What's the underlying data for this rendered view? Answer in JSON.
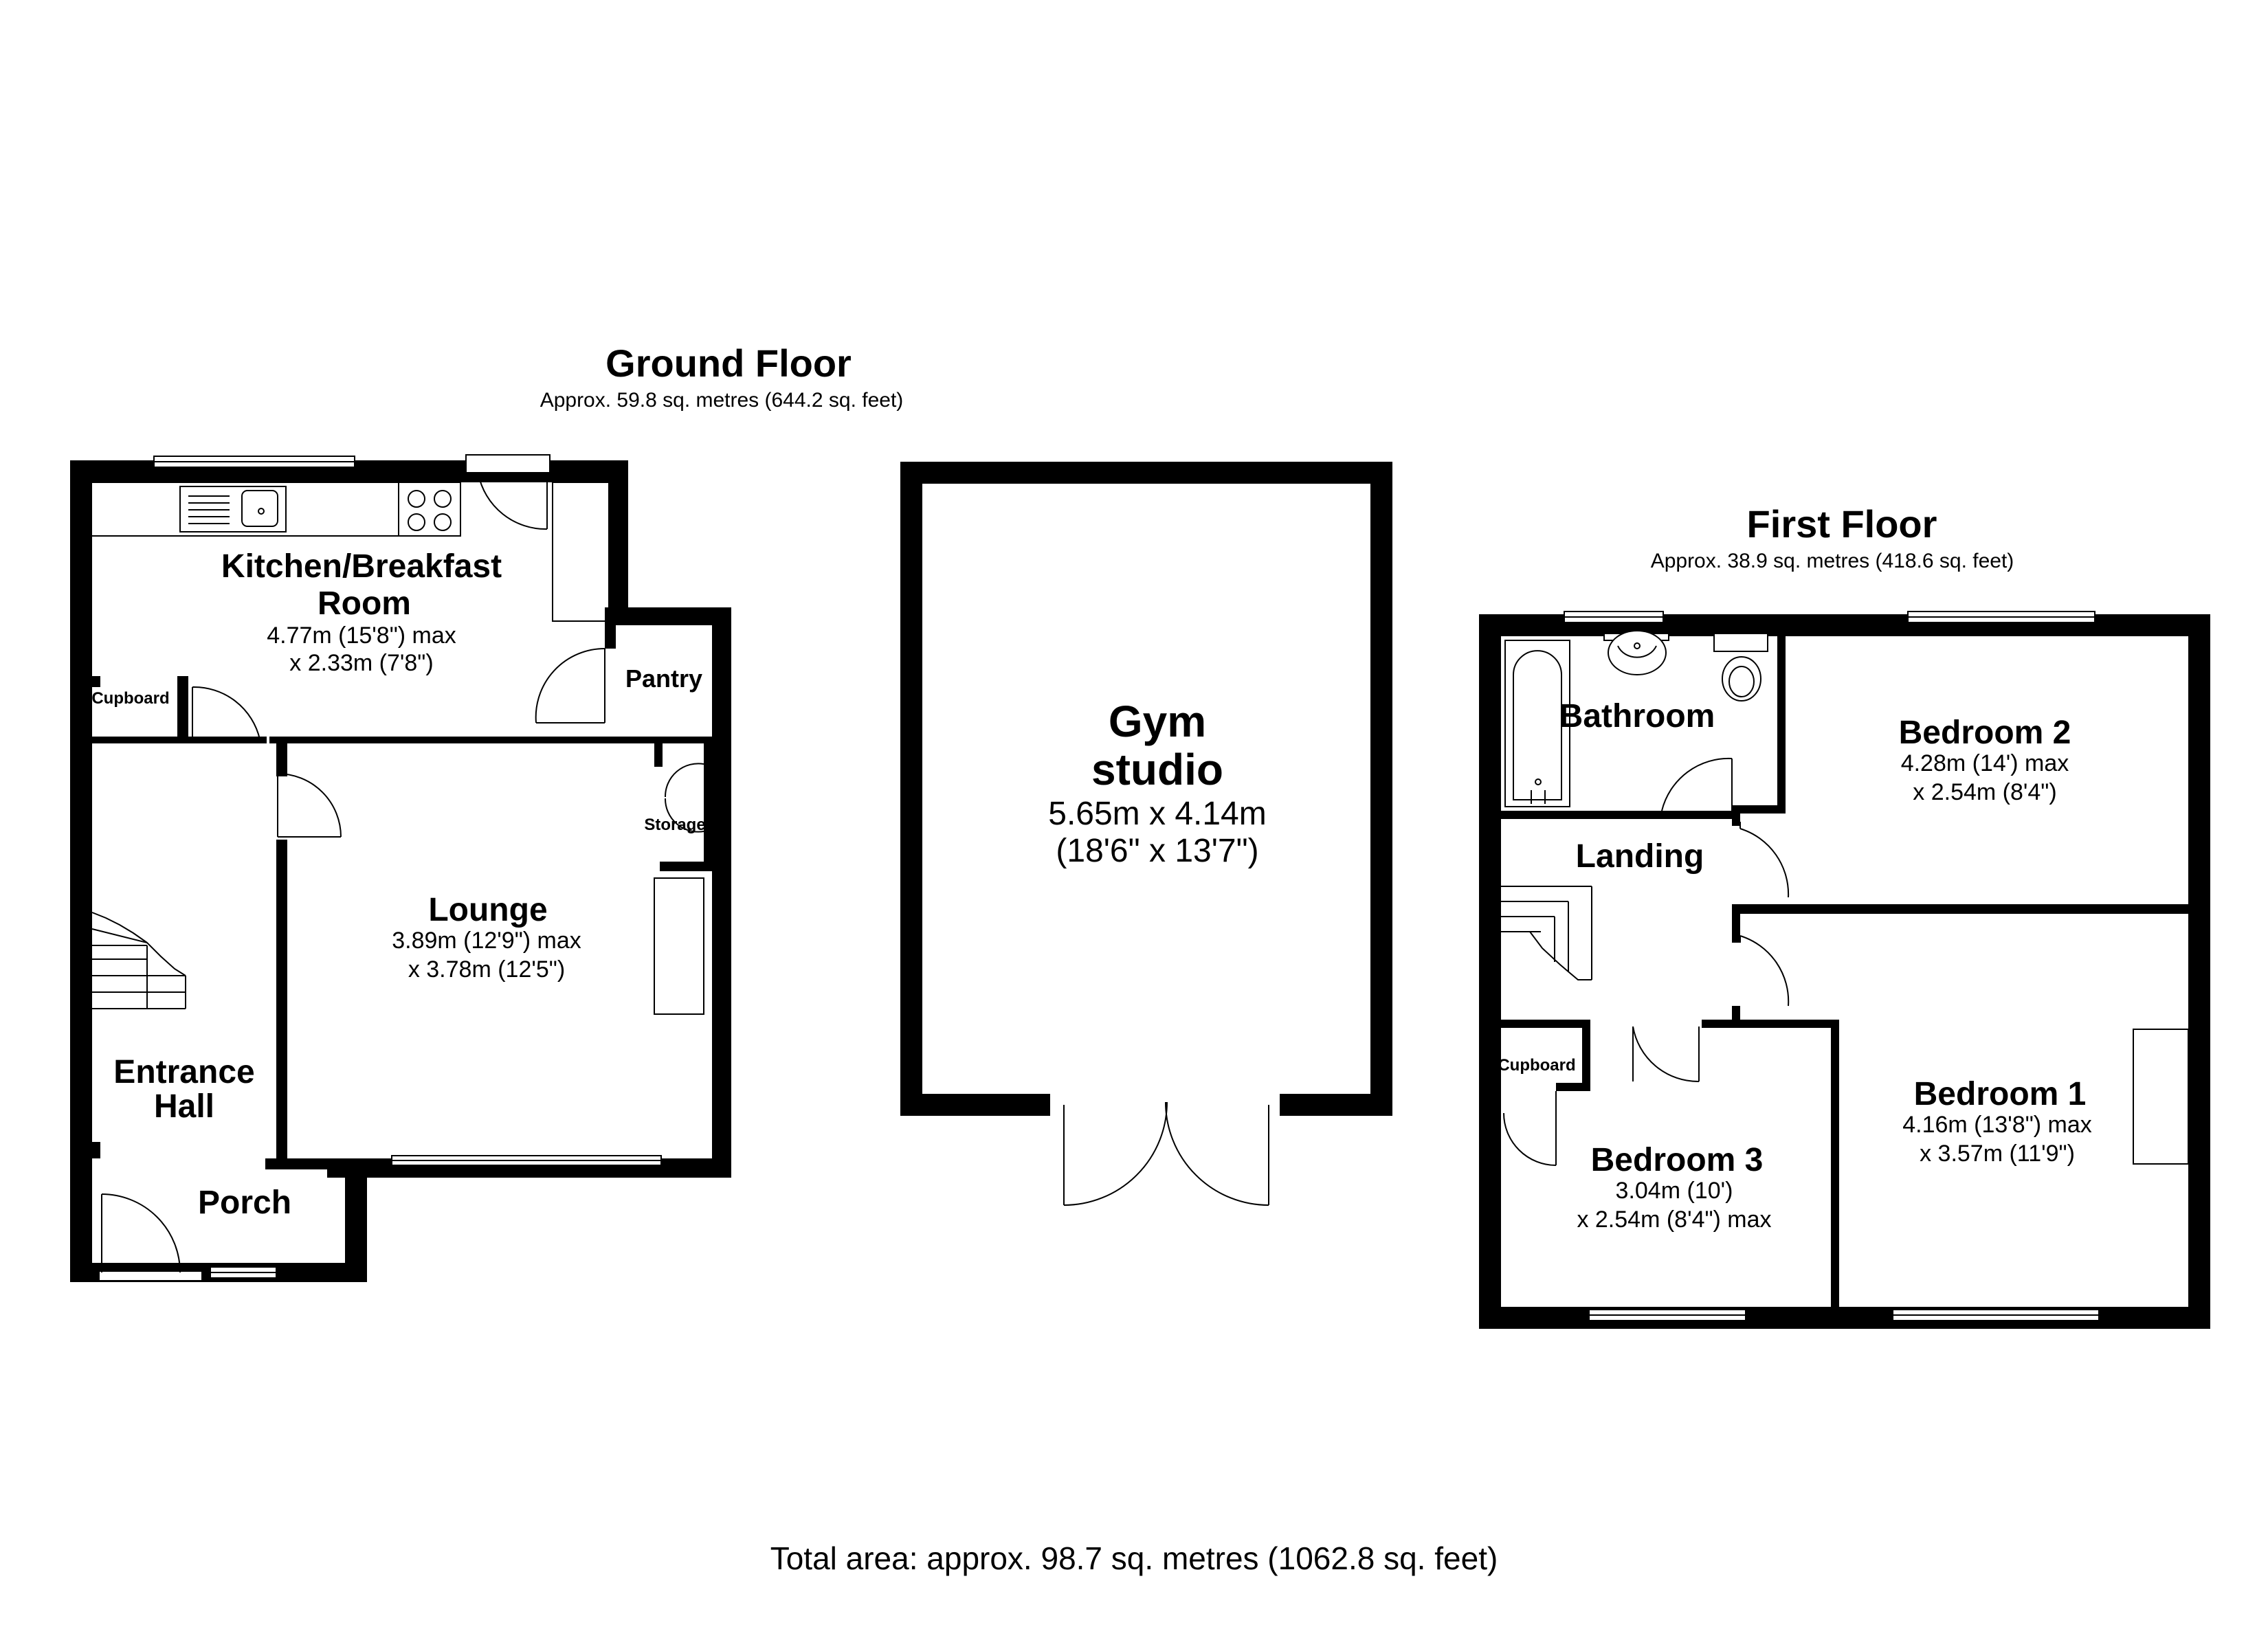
{
  "ground_floor": {
    "title": "Ground Floor",
    "area": "Approx. 59.8 sq. metres (644.2 sq. feet)",
    "rooms": {
      "kitchen": {
        "name_line1": "Kitchen/Breakfast",
        "name_line2": "Room",
        "dim_line1": "4.77m (15'8\") max",
        "dim_line2": "x 2.33m (7'8\")"
      },
      "pantry": {
        "name": "Pantry"
      },
      "cupboard": {
        "name": "Cupboard"
      },
      "storage": {
        "name": "Storage"
      },
      "lounge": {
        "name": "Lounge",
        "dim_line1": "3.89m (12'9\") max",
        "dim_line2": "x 3.78m (12'5\")"
      },
      "entrance_hall": {
        "name_line1": "Entrance",
        "name_line2": "Hall"
      },
      "porch": {
        "name": "Porch"
      }
    }
  },
  "gym": {
    "name_line1": "Gym",
    "name_line2": "studio",
    "dim_line1": "5.65m x 4.14m",
    "dim_line2": "(18'6\" x 13'7\")"
  },
  "first_floor": {
    "title": "First Floor",
    "area": "Approx. 38.9 sq. metres (418.6 sq. feet)",
    "rooms": {
      "bathroom": {
        "name": "Bathroom"
      },
      "bedroom2": {
        "name": "Bedroom 2",
        "dim_line1": "4.28m (14') max",
        "dim_line2": "x 2.54m (8'4\")"
      },
      "landing": {
        "name": "Landing"
      },
      "cupboard": {
        "name": "Cupboard"
      },
      "bedroom3": {
        "name": "Bedroom 3",
        "dim_line1": "3.04m (10')",
        "dim_line2": "x 2.54m (8'4\") max"
      },
      "bedroom1": {
        "name": "Bedroom 1",
        "dim_line1": "4.16m (13'8\") max",
        "dim_line2": "x 3.57m (11'9\")"
      }
    }
  },
  "total_area": "Total area: approx. 98.7 sq. metres (1062.8 sq. feet)"
}
